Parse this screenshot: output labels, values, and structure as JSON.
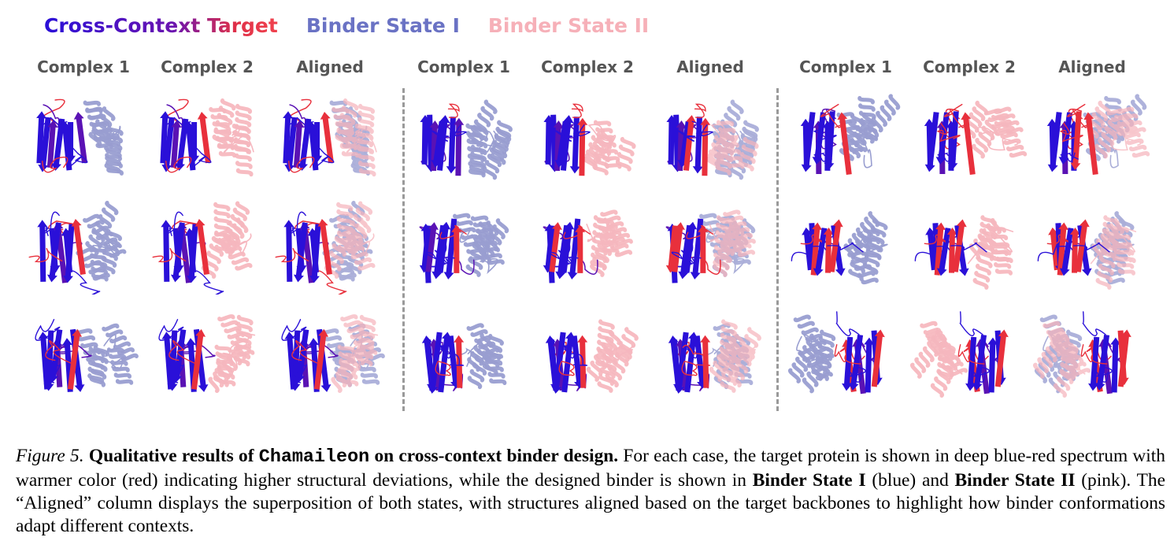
{
  "legend": {
    "target_label": "Cross-Context Target",
    "binder_state_1_label": "Binder State I",
    "binder_state_2_label": "Binder State II"
  },
  "colors": {
    "target_blue": "#2a10d8",
    "target_red": "#e8303c",
    "target_purple": "#5a12b4",
    "binder_state_1": "#8e94cc",
    "binder_state_2": "#f6b4bc",
    "divider": "#9a9a9a"
  },
  "column_headers": [
    "Complex 1",
    "Complex 2",
    "Aligned",
    "Complex 1",
    "Complex 2",
    "Aligned",
    "Complex 1",
    "Complex 2",
    "Aligned"
  ],
  "caption": {
    "figure_label": "Figure 5.",
    "bold_lead": "Qualitative results of",
    "method_name": "Chamaileon",
    "bold_tail": "on cross-context binder design.",
    "text_1": "For each case, the target protein is shown in deep blue-red spectrum with warmer color (red) indicating higher structural deviations, while the designed binder is shown in",
    "state_1_bold": "Binder State I",
    "text_2": "(blue) and",
    "state_2_bold": "Binder State II",
    "text_3": "(pink). The “Aligned” column displays the superposition of both states, with structures aligned based on the target backbones to highlight how binder conformations adapt different contexts."
  }
}
